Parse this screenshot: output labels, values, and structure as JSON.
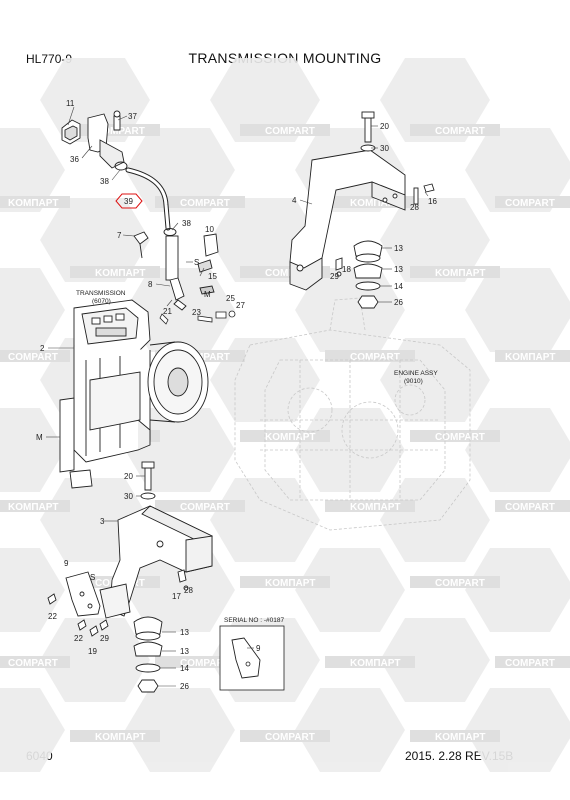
{
  "header": {
    "model": "HL770-9",
    "title": "TRANSMISSION MOUNTING"
  },
  "footer": {
    "page_code": "6040",
    "date_rev": "2015. 2.28  REV.15B"
  },
  "watermark": {
    "text_a": "COMPART",
    "text_b": "KOMПAPT"
  },
  "callouts": {
    "c11": "11",
    "c37": "37",
    "c36": "36",
    "c38a": "38",
    "c39": "39",
    "c38b": "38",
    "c10": "10",
    "c7": "7",
    "cS1": "S",
    "c15": "15",
    "c8": "8",
    "cM1": "M",
    "c25": "25",
    "c27": "27",
    "c23": "23",
    "c21": "21",
    "c20a": "20",
    "c30a": "30",
    "c4": "4",
    "c16": "16",
    "c28a": "28",
    "c13a": "13",
    "c18": "18",
    "c29a": "29",
    "c13b": "13",
    "c14a": "14",
    "c26a": "26",
    "c2": "2",
    "cM2": "M",
    "c20b": "20",
    "c30b": "30",
    "c3": "3",
    "c9a": "9",
    "cS2": "S",
    "c22a": "22",
    "c22b": "22",
    "c19": "19",
    "c29b": "29",
    "c17": "17",
    "c28b": "28",
    "c13c": "13",
    "c13d": "13",
    "c14b": "14",
    "c26b": "26",
    "c9b": "9"
  },
  "notes": {
    "transmission_line1": "TRANSMISSION",
    "transmission_line2": "(6070)",
    "engine_line1": "ENGINE ASSY",
    "engine_line2": "(9010)",
    "serial": "SERIAL NO : -#0187"
  }
}
